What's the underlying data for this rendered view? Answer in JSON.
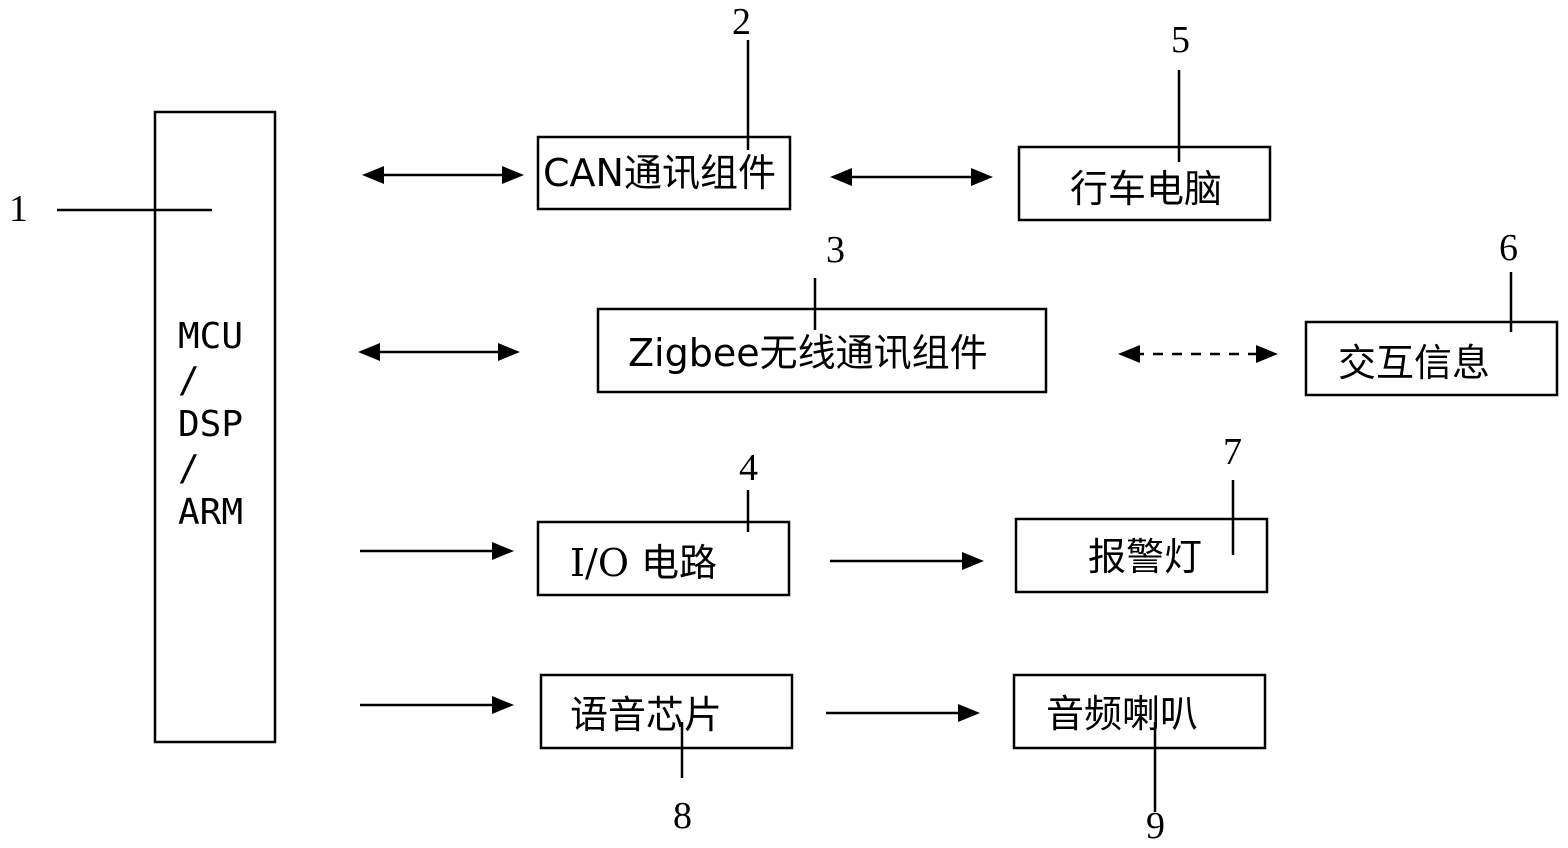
{
  "mcu": {
    "line1": "MCU",
    "sep1": "/",
    "line2": "DSP",
    "sep2": "/",
    "line3": "ARM"
  },
  "blocks": {
    "can": "CAN通讯组件",
    "trip_computer": "行车电脑",
    "zigbee": "Zigbee无线通讯组件",
    "interaction": "交互信息",
    "io": "I/O 电路",
    "alarm": "报警灯",
    "voice": "语音芯片",
    "speaker": "音频喇叭"
  },
  "refs": {
    "r1": "1",
    "r2": "2",
    "r3": "3",
    "r4": "4",
    "r5": "5",
    "r6": "6",
    "r7": "7",
    "r8": "8",
    "r9": "9"
  },
  "colors": {
    "line": "#000000",
    "background": "#ffffff"
  }
}
